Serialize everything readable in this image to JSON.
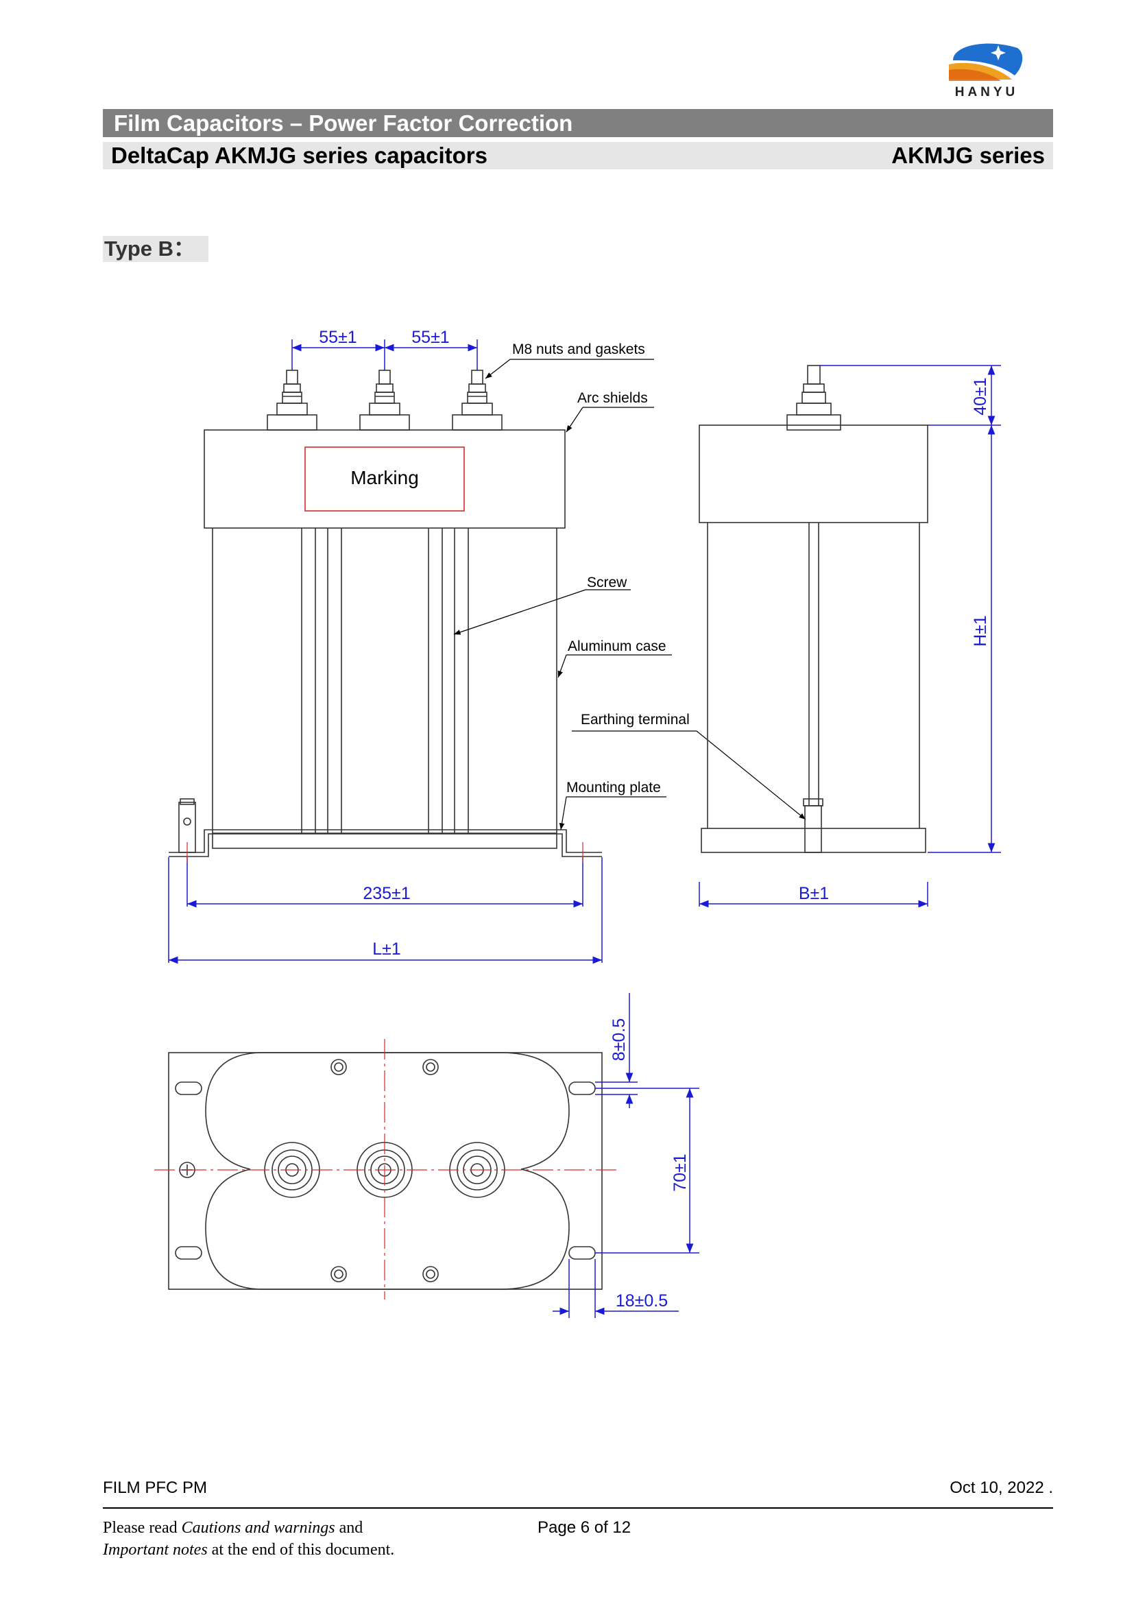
{
  "header": {
    "logo_text": "HANYU",
    "band_title": "Film Capacitors – Power Factor Correction",
    "band_subtitle": "DeltaCap AKMJG series capacitors",
    "band_series": "AKMJG series"
  },
  "section_title": "Type B：",
  "drawing": {
    "dims": {
      "pitch_left": "55±1",
      "pitch_right": "55±1",
      "terminal_height": "40±1",
      "height": "H±1",
      "mount_spacing": "235±1",
      "length": "L±1",
      "width": "B±1",
      "slot_offset": "8±0.5",
      "slot_spacing": "70±1",
      "slot_edge": "18±0.5"
    },
    "callouts": {
      "nuts": "M8 nuts and gaskets",
      "arc_shields": "Arc shields",
      "screw": "Screw",
      "case": "Aluminum case",
      "earthing": "Earthing terminal",
      "mounting": "Mounting plate"
    },
    "marking": "Marking",
    "colors": {
      "dimension": "#1a1ad6",
      "marking_box": "#d62a2a",
      "centerline": "#d62a2a"
    }
  },
  "footer": {
    "doc_code": "FILM PFC PM",
    "date": "Oct 10, 2022 .",
    "note_1": "Please read ",
    "note_2": "Cautions and warnings",
    "note_3": " and",
    "note_4": "Important notes",
    "note_5": " at the end of this document.",
    "page": "Page 6 of 12"
  }
}
